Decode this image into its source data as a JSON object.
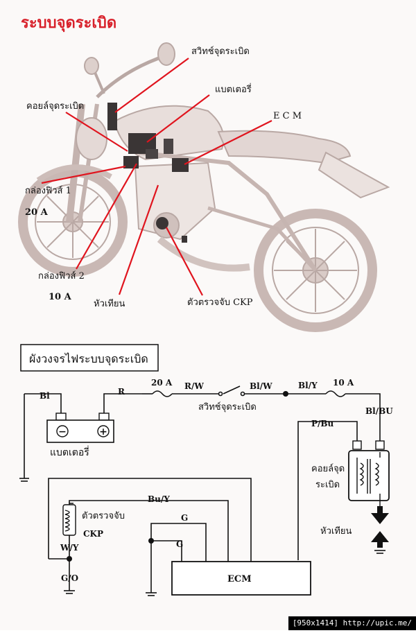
{
  "title": "ระบบจุดระเบิด",
  "callouts": {
    "ignition_switch": "สวิทช์จุดระเบิด",
    "battery": "แบตเตอรี่",
    "ecm": "E C M",
    "ignition_coil": "คอยล์จุดระเบิด",
    "fuse_box_1": "กล่องฟิวส์ 1",
    "fuse_box_1_rating": "20 A",
    "fuse_box_2": "กล่องฟิวส์ 2",
    "fuse_box_2_rating": "10 A",
    "spark_plug": "หัวเทียน",
    "ckp_sensor": "ตัวตรวจจับ CKP"
  },
  "schematic": {
    "title": "ผังวงจรไฟระบบจุดระเบิด",
    "wire_bl": "Bl",
    "wire_r": "R",
    "fuse_20": "20 A",
    "wire_rw": "R/W",
    "wire_blw": "Bl/W",
    "wire_bly": "Bl/Y",
    "fuse_10": "10 A",
    "ignition_switch": "สวิทช์จุดระเบิด",
    "wire_blbu": "Bl/BU",
    "wire_pbu": "P/Bu",
    "battery": "แบตเตอรี่",
    "battery_minus": "−",
    "battery_plus": "+",
    "coil_line1": "คอยล์จุด",
    "coil_line2": "ระเบิด",
    "wire_buy": "Bu/Y",
    "ckp_line1": "ตัวตรวจจับ",
    "ckp_line2": "CKP",
    "wire_g1": "G",
    "wire_g2": "G",
    "wire_wy": "W/Y",
    "wire_go": "G/O",
    "ecm": "ECM",
    "spark_plug": "หัวเทียน"
  },
  "footer": "[950x1414] http://upic.me/",
  "colors": {
    "title_red": "#d8202a",
    "leader_red": "#e0141e",
    "wire": "#111111",
    "bike": "#c9b8b4"
  }
}
